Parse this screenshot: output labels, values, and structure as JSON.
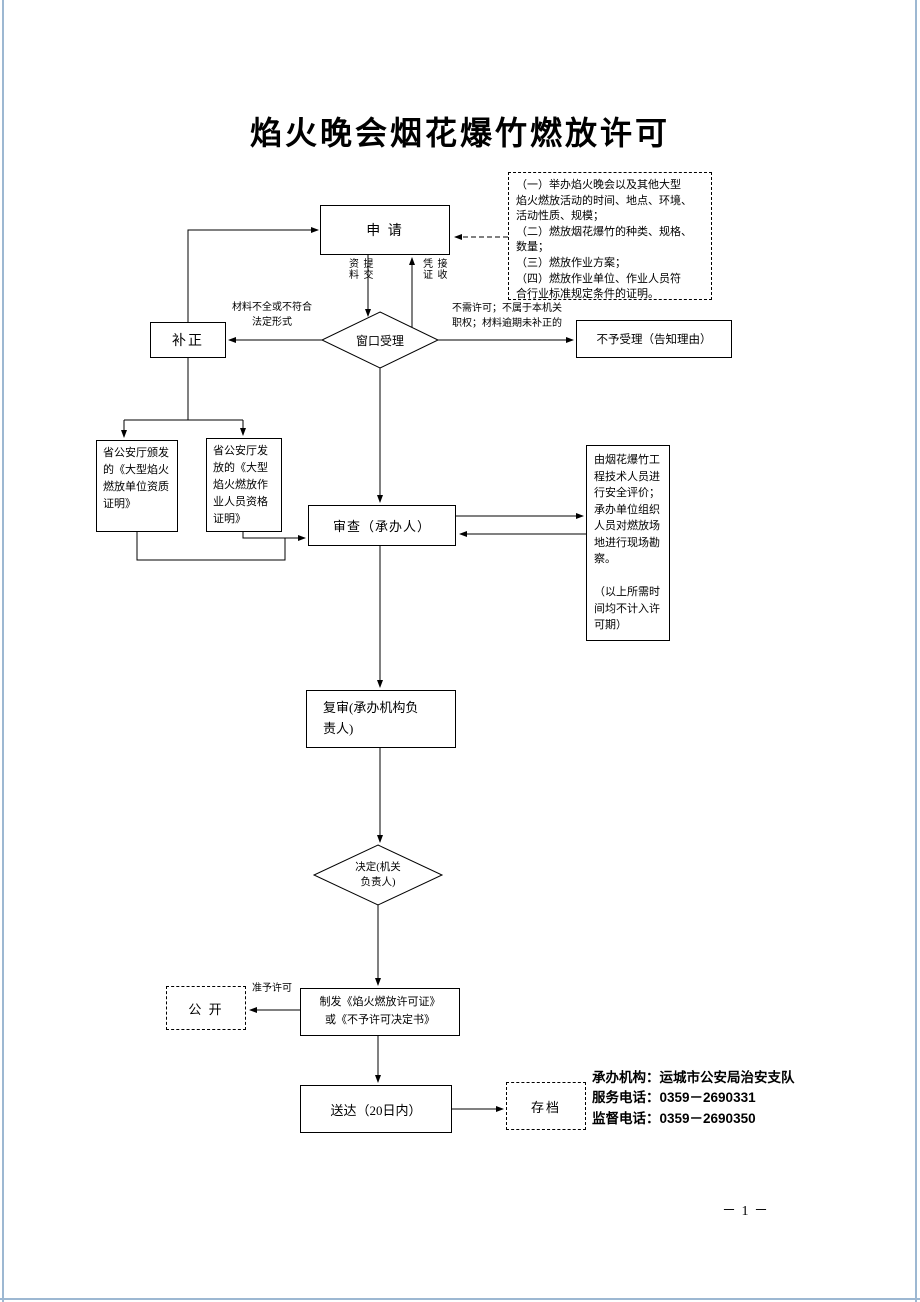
{
  "title": "焰火晚会烟花爆竹燃放许可",
  "page_number": "－ 1 －",
  "nodes": {
    "apply": "申  请",
    "notes": "（一）举办焰火晚会以及其他大型\n焰火燃放活动的时间、地点、环境、\n活动性质、规模；\n（二）燃放烟花爆竹的种类、规格、\n数量；\n（三）燃放作业方案；\n（四）燃放作业单位、作业人员符\n合行业标准规定条件的证明。",
    "window_accept": "窗口受理",
    "correction": "补正",
    "reject": "不予受理（告知理由）",
    "cert_unit": "省公安厅颁发的《大型焰火燃放单位资质证明》",
    "cert_person": "省公安厅发放的《大型焰火燃放作业人员资格证明》",
    "review": "审查（承办人）",
    "evaluation": "由烟花爆竹工程技术人员进行安全评价；承办单位组织人员对燃放场地进行现场勘察。\n\n（以上所需时间均不计入许可期）",
    "recheck": "复审(承办机构负\n责人)",
    "decision": "决定(机关\n负责人)",
    "issue": "制发《焰火燃放许可证》\n或《不予许可决定书》",
    "publish": "公  开",
    "deliver": "送达（20日内）",
    "archive": "存档"
  },
  "edge_labels": {
    "submit": "提交\n资料",
    "receive": "接收\n凭证",
    "incomplete": "材料不全或不符合\n法定形式",
    "no_permit": "不需许可；不属于本机关\n职权；材料逾期未补正的",
    "approved": "准予许可"
  },
  "contact": {
    "agency": "承办机构：运城市公安局治安支队",
    "service_phone": "服务电话：0359－2690331",
    "supervise_phone": "监督电话：0359－2690350"
  }
}
